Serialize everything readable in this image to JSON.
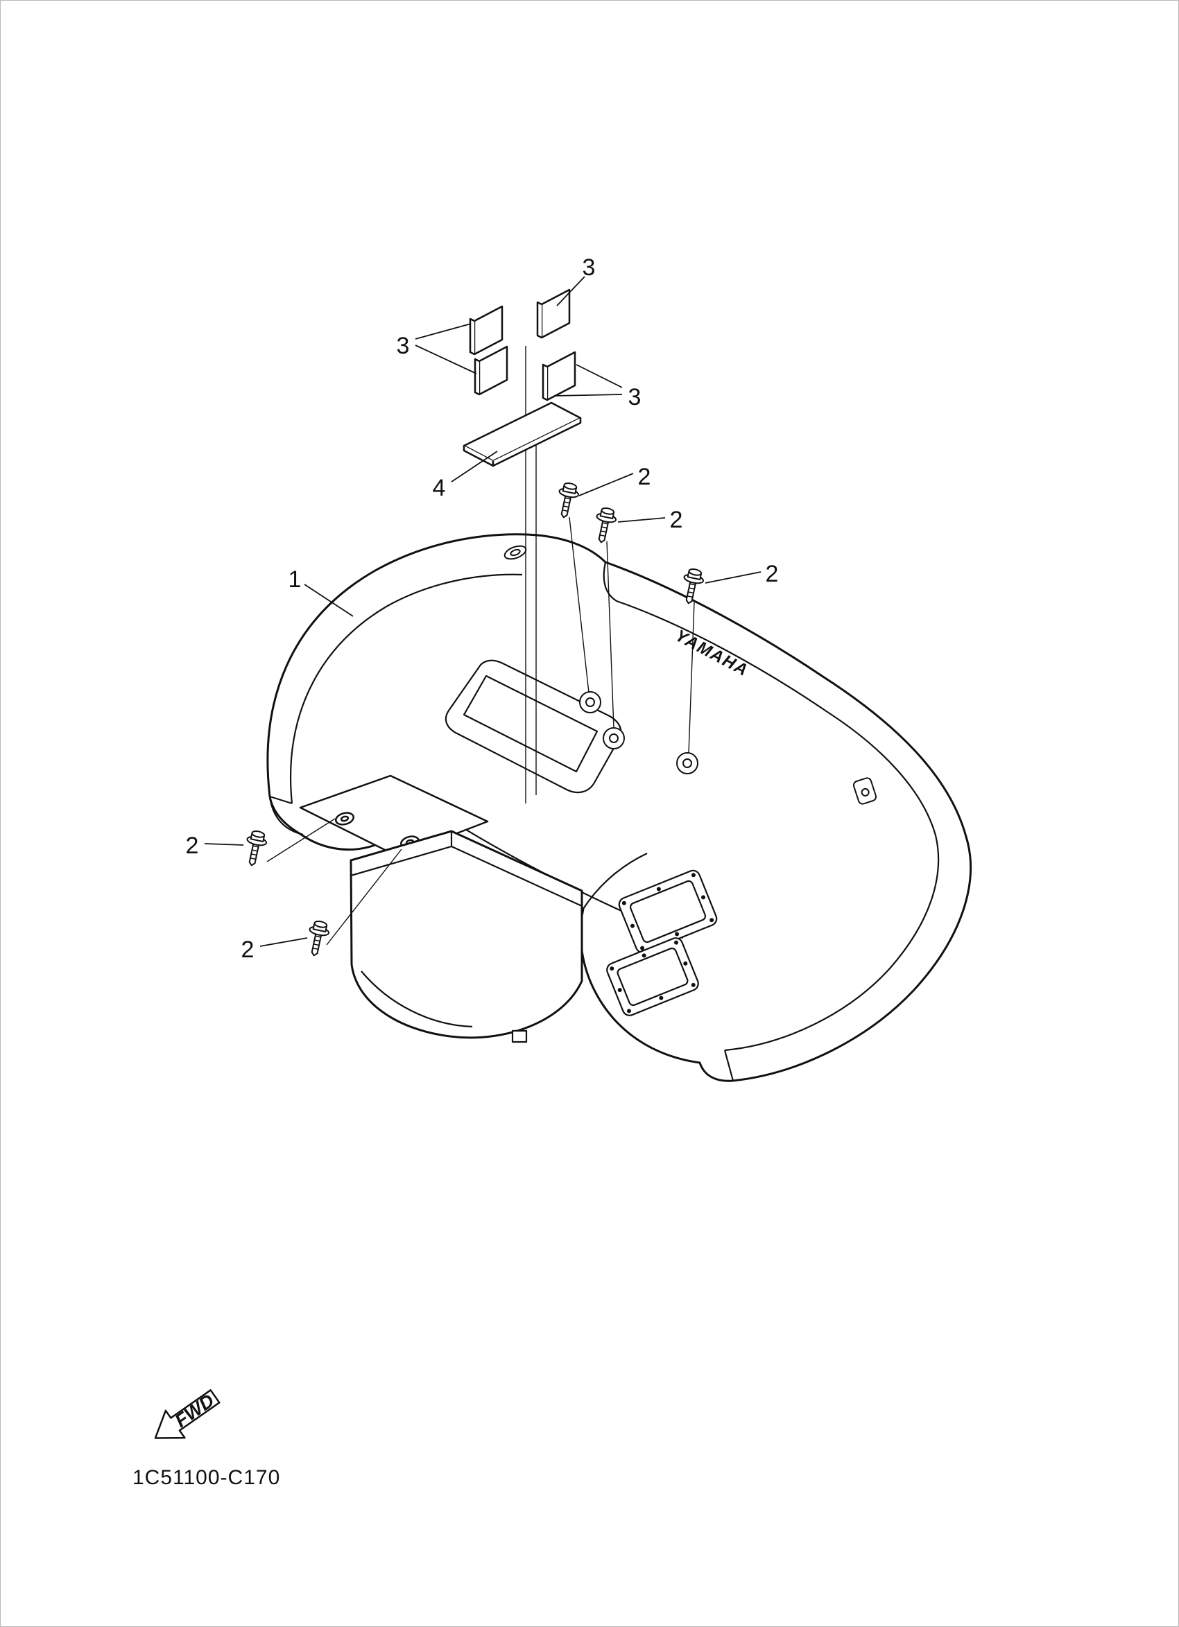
{
  "diagram": {
    "code": "1C51100-C170",
    "fwd_label": "FWD",
    "brand": "YAMAHA",
    "callouts": {
      "fender": "1",
      "bolt_top_1": "2",
      "bolt_top_2": "2",
      "bolt_top_3": "2",
      "bolt_left_1": "2",
      "bolt_left_2": "2",
      "pads_top": "3",
      "pads_left": "3",
      "pads_right": "3",
      "sheet": "4"
    },
    "colors": {
      "line": "#111111",
      "background": "#ffffff"
    }
  }
}
